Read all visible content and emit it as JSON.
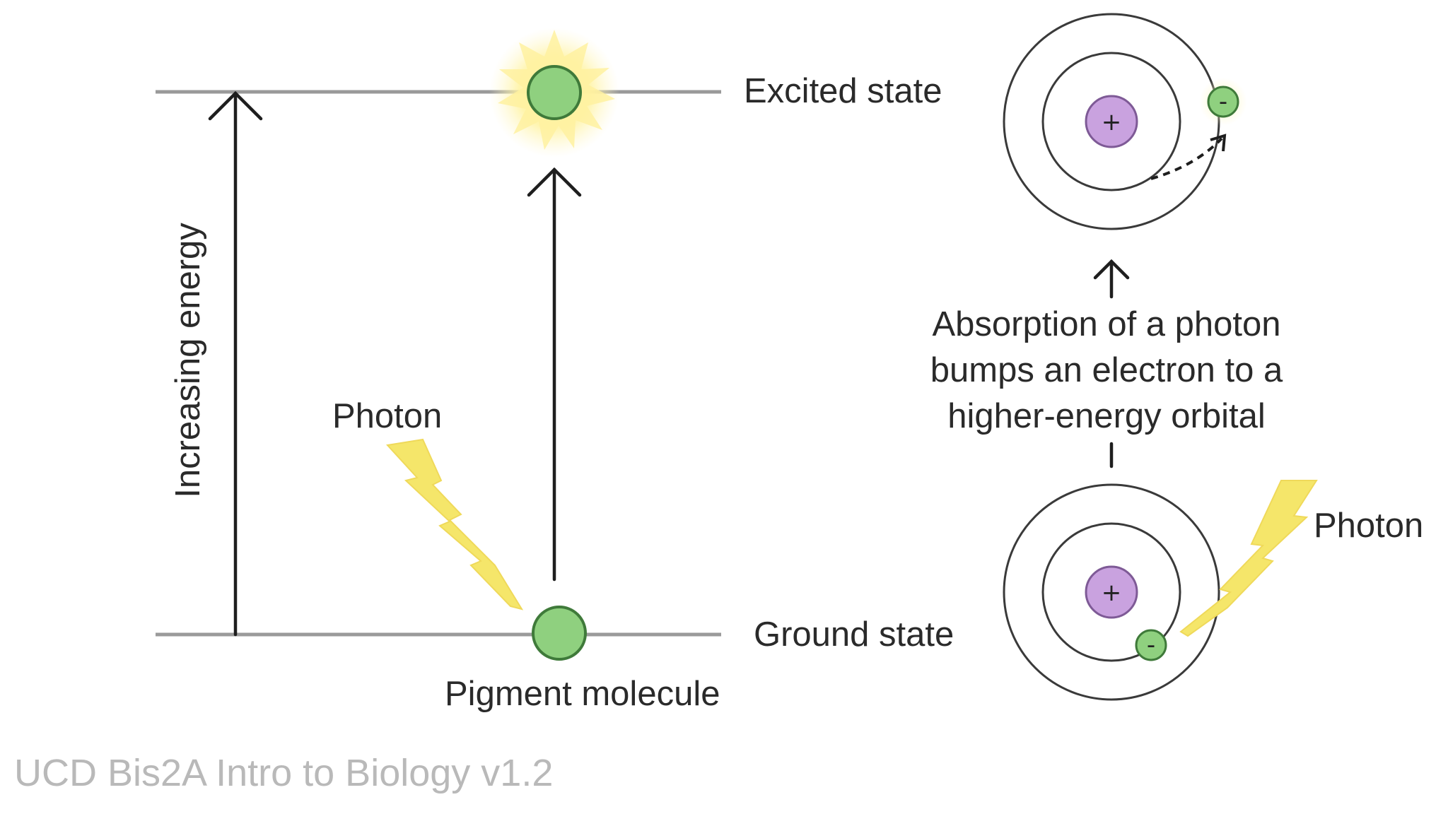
{
  "energy_diagram": {
    "axis_label": "Increasing energy",
    "excited_label": "Excited state",
    "ground_label": "Ground state",
    "photon_label": "Photon",
    "molecule_label": "Pigment molecule"
  },
  "atom_diagram": {
    "caption_lines": [
      "Absorption of a photon",
      "bumps an electron to a",
      "higher-energy orbital"
    ],
    "photon_label": "Photon",
    "nucleus_sign": "+",
    "electron_sign": "-"
  },
  "credit": "UCD Bis2A Intro to Biology v1.2",
  "colors": {
    "line": "#9a9a9a",
    "arrow": "#1e1e1e",
    "molecule_fill": "#8fd07f",
    "molecule_stroke": "#3f7a3a",
    "nucleus_fill": "#c9a2df",
    "glow": "#fff2a0",
    "bolt": "#f5e66a",
    "credit_text": "#b9b9b9"
  }
}
